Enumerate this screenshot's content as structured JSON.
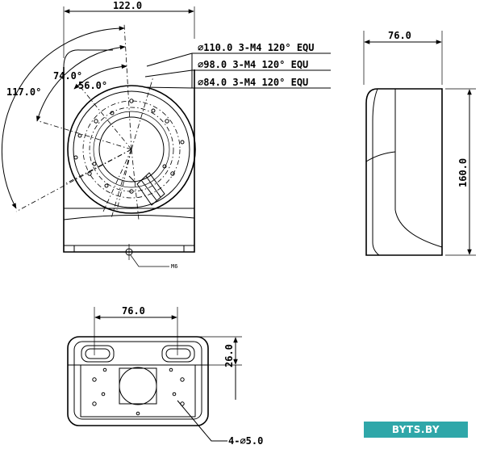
{
  "front_view": {
    "width_dim": "122.0",
    "angle_outer": "117.0°",
    "angle_mid": "74.0°",
    "angle_inner": "56.0°",
    "callout_1": "∅110.0  3-M4  120° EQU",
    "callout_2": "∅98.0  3-M4  120° EQU",
    "callout_3": "∅84.0  3-M4  120° EQU",
    "screw_label": "M6"
  },
  "side_view": {
    "depth_dim": "76.0",
    "height_dim": "160.0"
  },
  "bottom_view": {
    "width_dim": "76.0",
    "offset_dim": "26.0",
    "holes_label": "4-∅5.0"
  },
  "watermark": {
    "text": "BYTS.BY"
  }
}
